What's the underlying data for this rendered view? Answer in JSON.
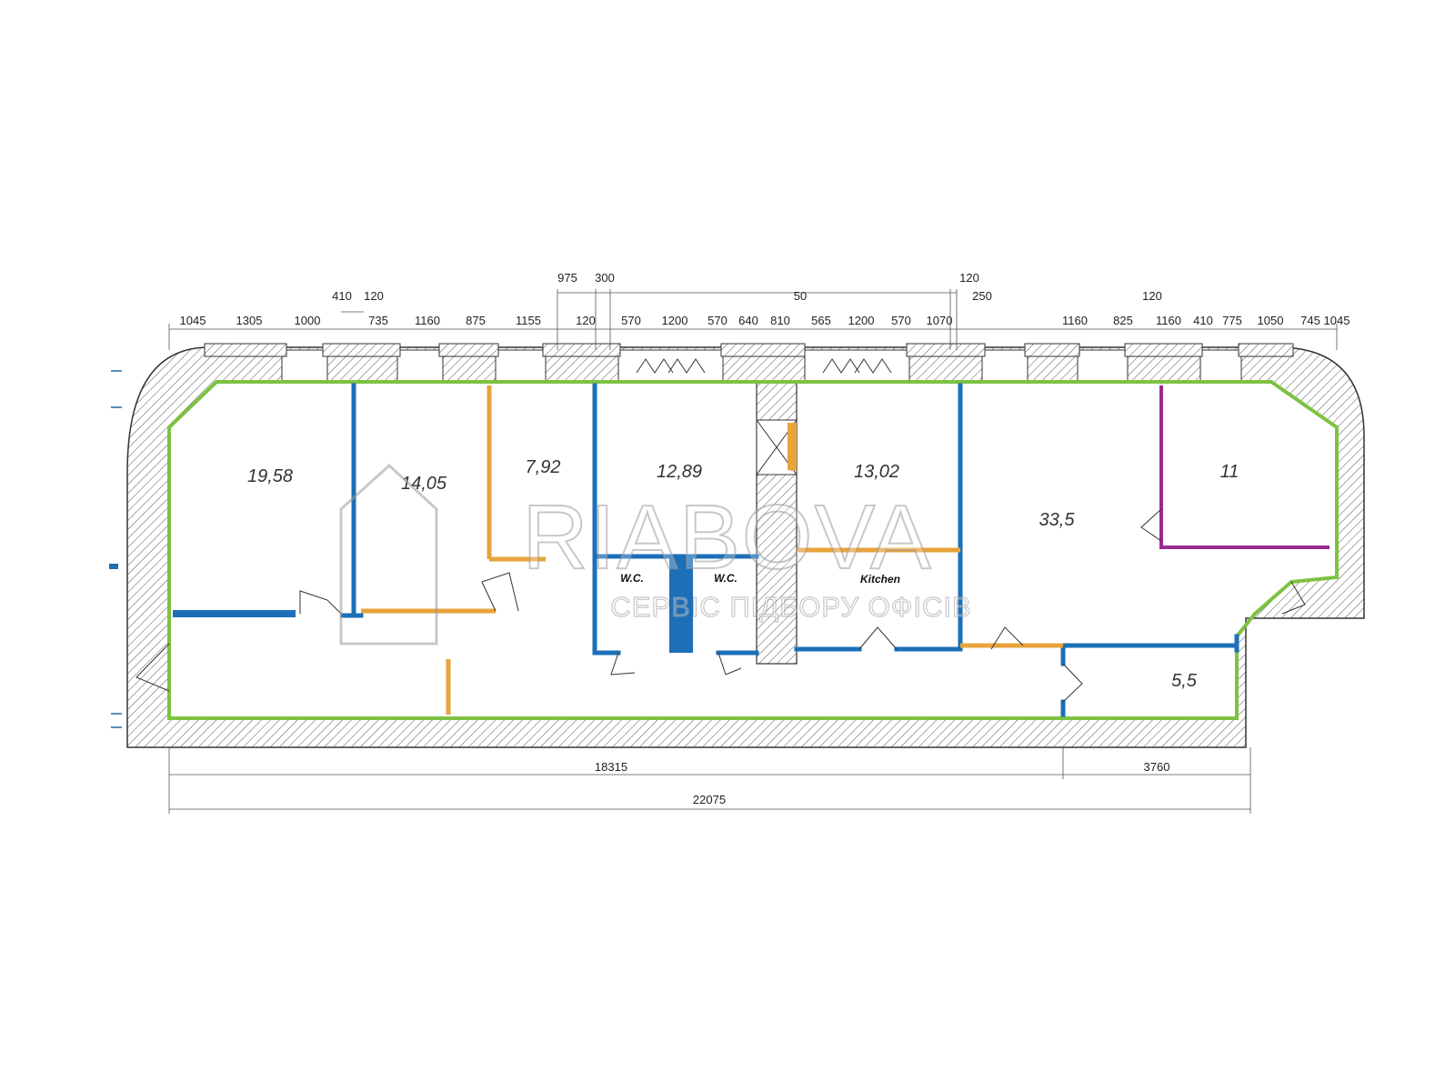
{
  "colors": {
    "outline": "#7dc242",
    "blue_wall": "#1c6fb8",
    "orange_wall": "#e8a33a",
    "purple_wall": "#9b2a8e",
    "hatch": "#555555"
  },
  "top_dimensions_row1": [
    "975",
    "300",
    "120"
  ],
  "top_dimensions_row2": [
    "410",
    "120",
    "50",
    "250",
    "120"
  ],
  "top_dimensions_row3": [
    "1045",
    "1305",
    "1000",
    "735",
    "1160",
    "875",
    "1155",
    "120",
    "570",
    "1200",
    "570",
    "640",
    "810",
    "565",
    "1200",
    "570",
    "1070",
    "1160",
    "825",
    "1160",
    "410",
    "775",
    "1050",
    "745",
    "1045"
  ],
  "bottom_dimensions": {
    "left_segment": "18315",
    "right_segment": "3760",
    "total": "22075"
  },
  "rooms": {
    "r1": "19,58",
    "r2": "14,05",
    "r3": "7,92",
    "r4": "12,89",
    "r5": "13,02",
    "r6": "33,5",
    "r7": "11",
    "r8": "5,5"
  },
  "labels": {
    "wc1": "W.C.",
    "wc2": "W.C.",
    "kitchen": "Kitchen"
  },
  "watermark": {
    "brand": "RIABOVA",
    "tagline": "СЕРВІС ПІДБОРУ ОФІСІВ"
  }
}
